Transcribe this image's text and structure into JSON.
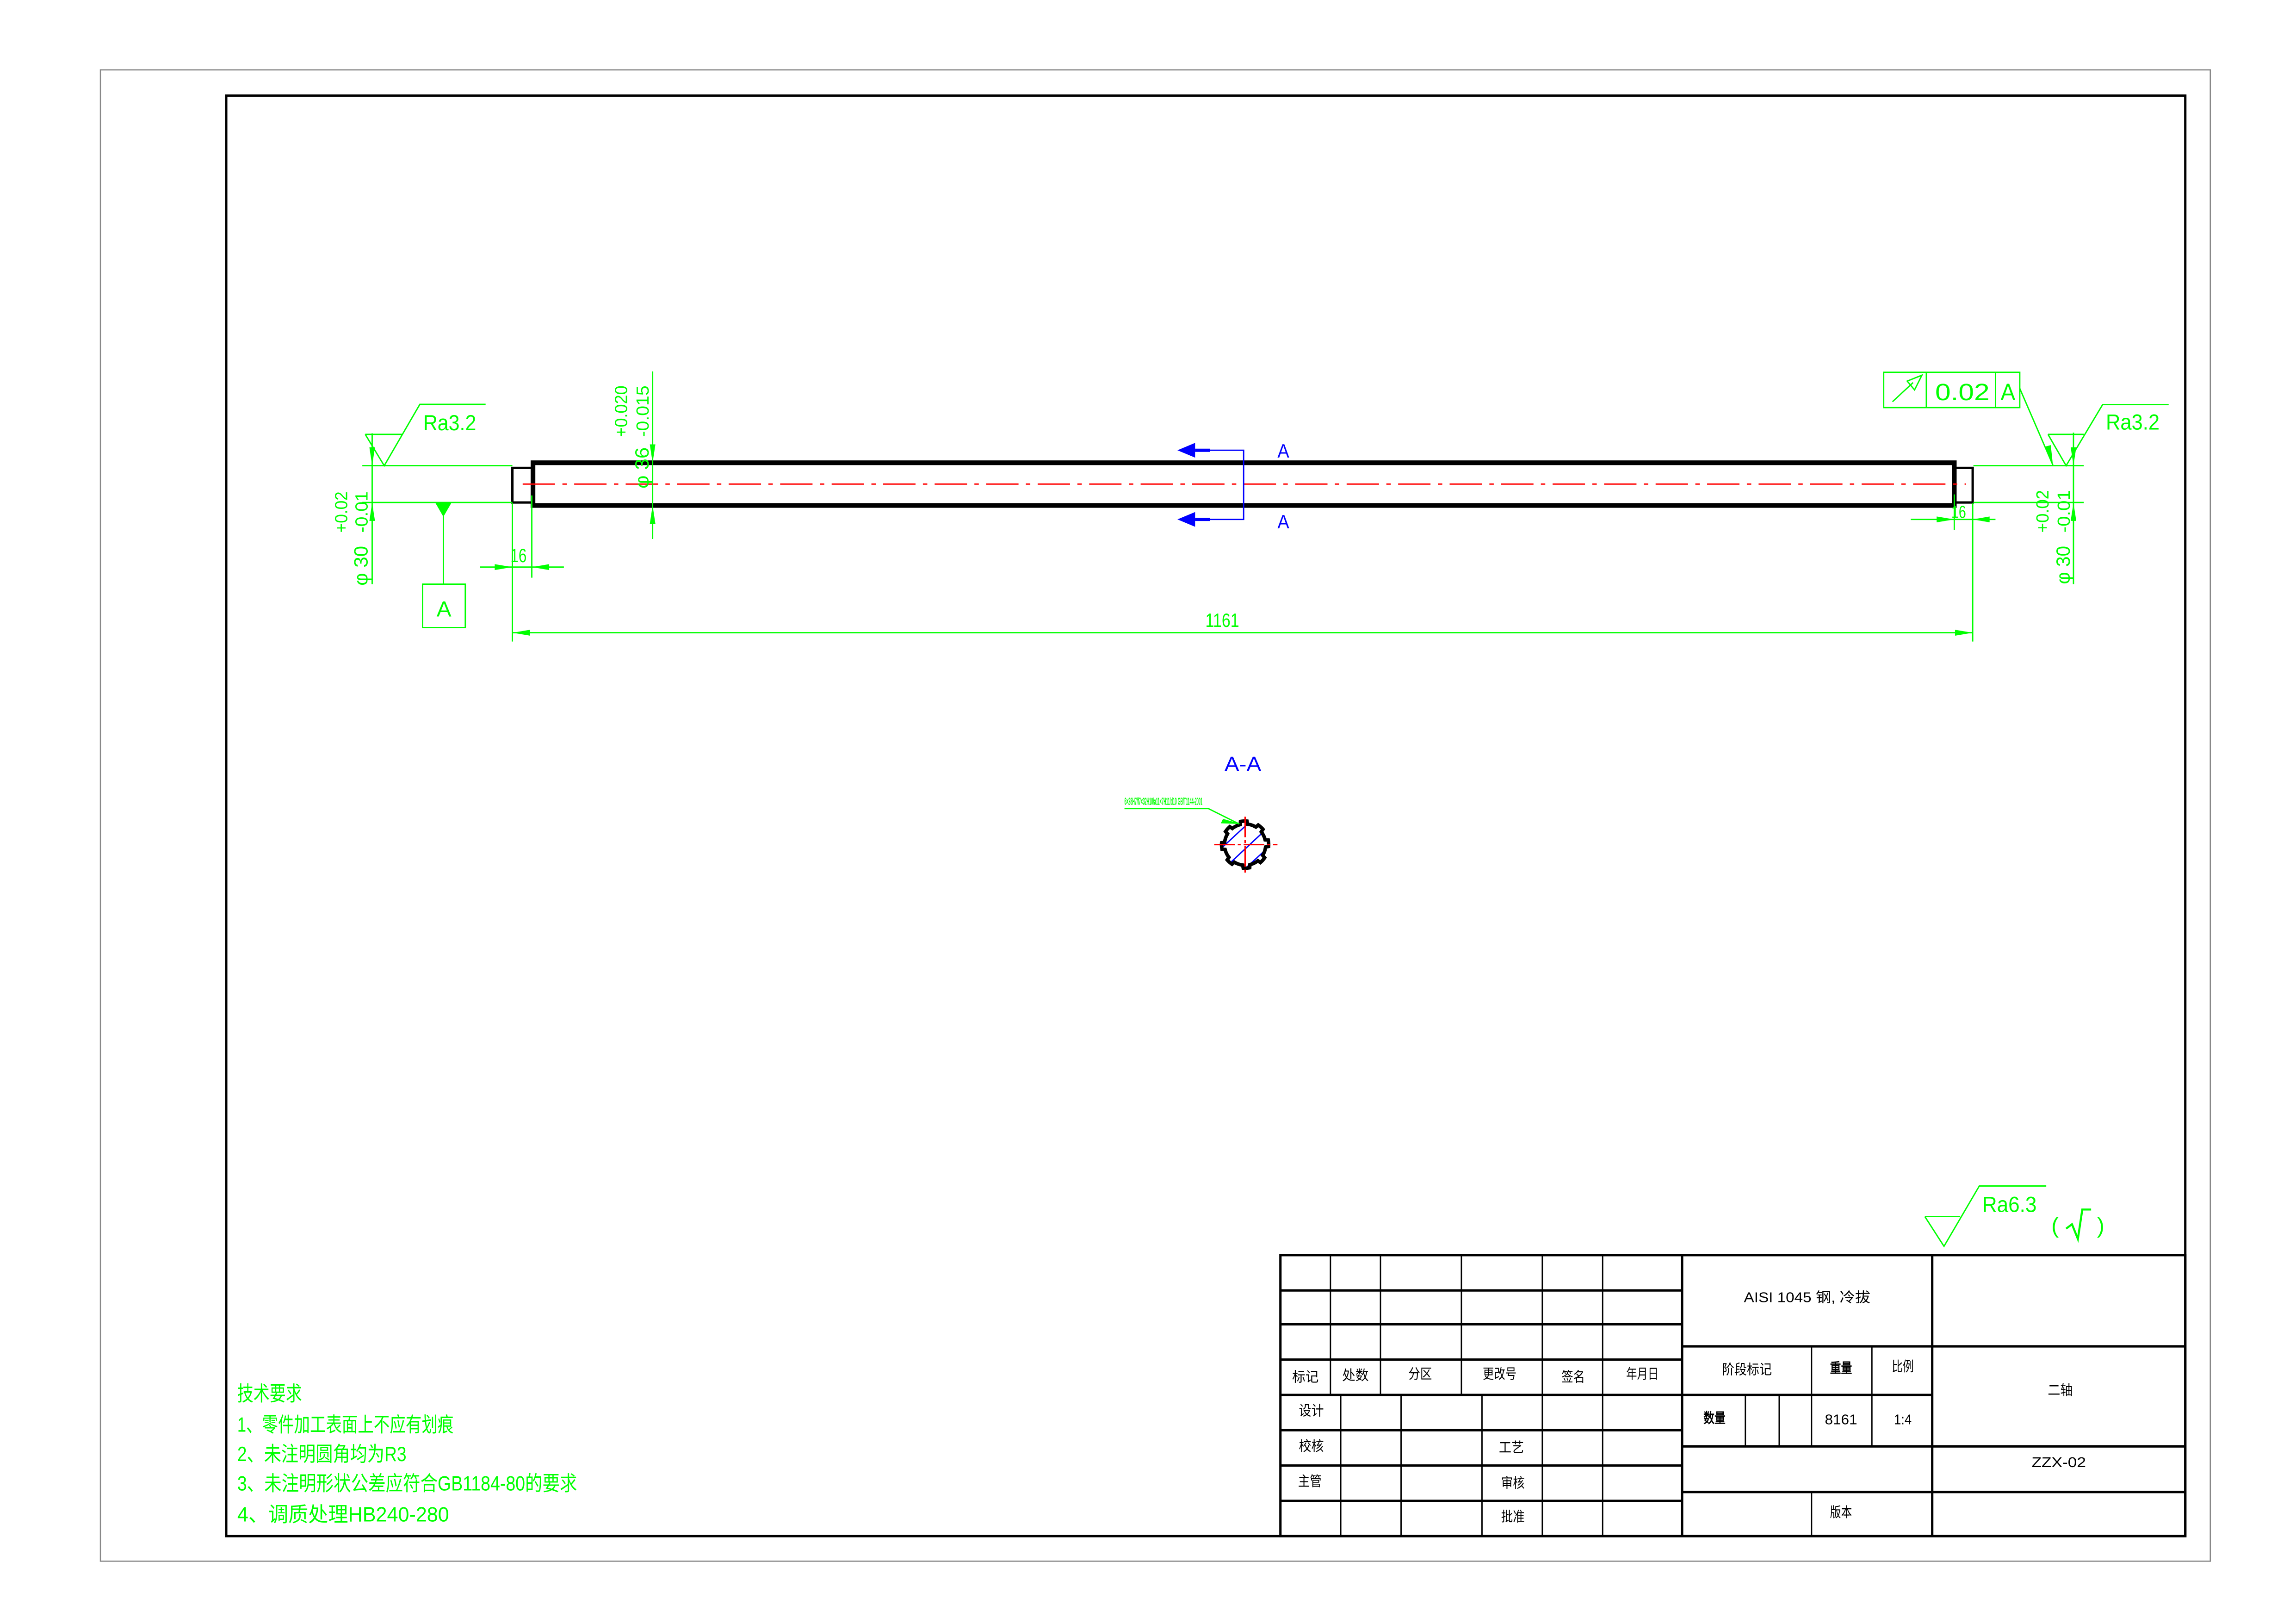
{
  "colors": {
    "dimension": "#00ff00",
    "outline": "#000000",
    "centerline": "#ff0000",
    "section": "#0000ff"
  },
  "drawing": {
    "section_mark_top": "A",
    "section_mark_bottom": "A",
    "section_view_title": "A-A",
    "spline_callout": "6×28H7/f7×32H10/a11×7H11/d10 GB/T1144-2001",
    "datum_label": "A",
    "dims": {
      "left_dia": "φ 30",
      "left_tol_upper": "+0.02",
      "left_tol_lower": "-0.01",
      "mid_dia": "φ 36",
      "mid_tol_upper": "+0.020",
      "mid_tol_lower": "-0.015",
      "right_dia": "φ 30",
      "right_tol_upper": "+0.02",
      "right_tol_lower": "-0.01",
      "left_step_len": "16",
      "right_step_len": "16",
      "total_len": "1161"
    },
    "roughness": {
      "left": "Ra3.2",
      "right": "Ra3.2",
      "general": "Ra6.3",
      "general_open": "(",
      "general_close": ")"
    },
    "gdt": {
      "symbol": "circular-runout-icon",
      "tolerance": "0.02",
      "datum": "A"
    }
  },
  "notes": {
    "title": "技术要求",
    "items": [
      "1、零件加工表面上不应有划痕",
      "2、未注明圆角均为R3",
      "3、未注明形状公差应符合GB1184-80的要求",
      "4、调质处理HB240-280"
    ]
  },
  "title_block": {
    "material": "AISI 1045 钢, 冷拔",
    "headers": [
      "标记",
      "处数",
      "分区",
      "更改号",
      "签名",
      "年月日"
    ],
    "design": "设计",
    "check": "校核",
    "process": "工艺",
    "supervisor": "主管",
    "review": "审核",
    "approve": "批准",
    "stage_mark": "阶段标记",
    "weight_label": "重量",
    "scale_label": "比例",
    "quantity_label": "数量",
    "weight_value": "8161",
    "scale_value": "1:4",
    "part_name": "二轴",
    "drawing_number": "ZZX-02",
    "version_label": "版本"
  }
}
